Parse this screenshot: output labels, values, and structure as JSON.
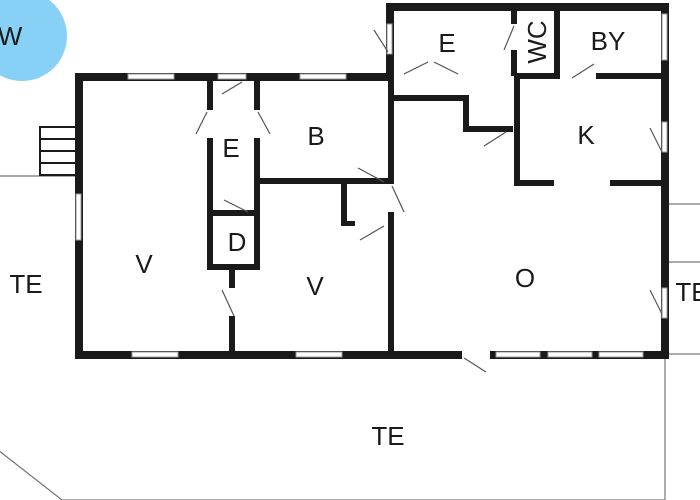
{
  "compass": {
    "label": "W",
    "color": "#86d1f5"
  },
  "rooms": {
    "terrace_left": "TE",
    "terrace_bottom": "TE",
    "terrace_right": "TE",
    "living_left": "V",
    "living_middle": "V",
    "hall_top": "E",
    "hall_inner": "E",
    "shower": "D",
    "bedroom": "B",
    "wc": "WC",
    "bathroom": "BY",
    "kitchen": "K",
    "open_room": "O"
  }
}
